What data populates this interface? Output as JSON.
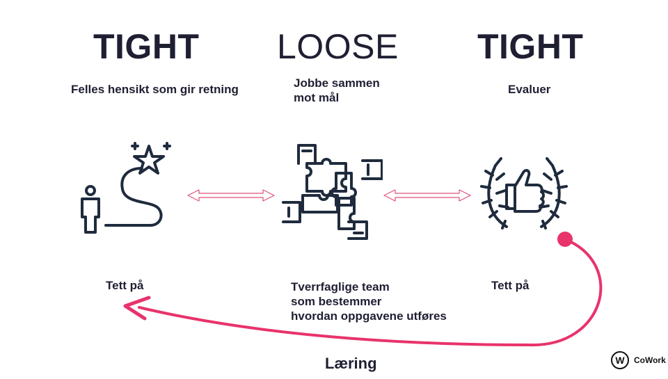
{
  "columns": [
    {
      "heading": "TIGHT",
      "subtitle": "Felles hensikt som gir retning",
      "caption": "Tett på"
    },
    {
      "heading": "LOOSE",
      "subtitle": "Jobbe sammen\nmot mål",
      "caption": "Tverrfaglige team\nsom bestemmer\nhvordan oppgavene utføres"
    },
    {
      "heading": "TIGHT",
      "subtitle": "Evaluer",
      "caption": "Tett på"
    }
  ],
  "icons": {
    "col1": "person-star-path-icon",
    "col2": "puzzle-hands-icon",
    "col3": "laurel-thumbs-up-icon"
  },
  "feedback_label": "Læring",
  "logo": {
    "mark": "W",
    "text": "CoWork"
  },
  "colors": {
    "text": "#1f1f33",
    "accent": "#e8336b",
    "arrow_outline": "#e0507a"
  }
}
